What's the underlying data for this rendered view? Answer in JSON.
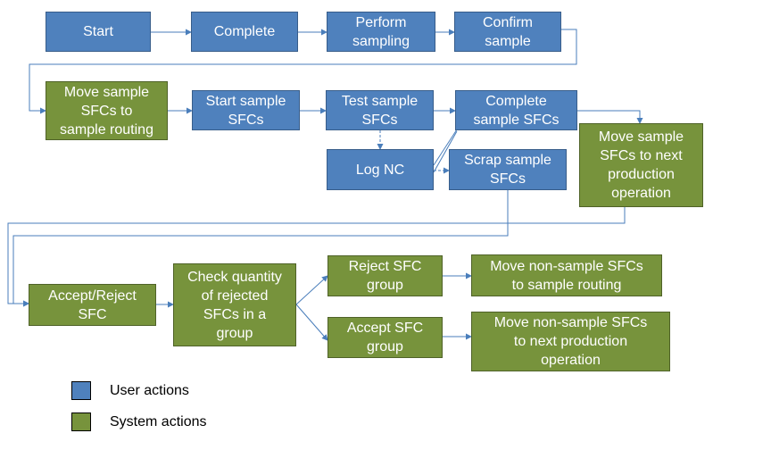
{
  "colors": {
    "user_fill": "#4f81bd",
    "system_fill": "#77933c",
    "connector": "#4a7ebb",
    "text": "#ffffff"
  },
  "nodes": {
    "start": "Start",
    "complete": "Complete",
    "perform_sampling": "Perform\nsampling",
    "confirm_sample": "Confirm\nsample",
    "move_sample_to_routing": "Move sample\nSFCs to\nsample routing",
    "start_sample_sfcs": "Start sample\nSFCs",
    "test_sample_sfcs": "Test sample\nSFCs",
    "complete_sample_sfcs": "Complete\nsample SFCs",
    "log_nc": "Log NC",
    "scrap_sample_sfcs": "Scrap sample\nSFCs",
    "move_sample_to_next_op": "Move sample\nSFCs to  next\nproduction\noperation",
    "accept_reject_sfc": "Accept/Reject\nSFC",
    "check_quantity": "Check quantity\nof rejected\nSFCs in a\ngroup",
    "reject_sfc_group": "Reject SFC\ngroup",
    "accept_sfc_group": "Accept SFC\ngroup",
    "move_nonsample_to_routing": "Move non-sample SFCs\nto sample routing",
    "move_nonsample_to_next_op": "Move non-sample SFCs\nto next production\noperation"
  },
  "legend": {
    "user_actions": "User actions",
    "system_actions": "System actions"
  }
}
